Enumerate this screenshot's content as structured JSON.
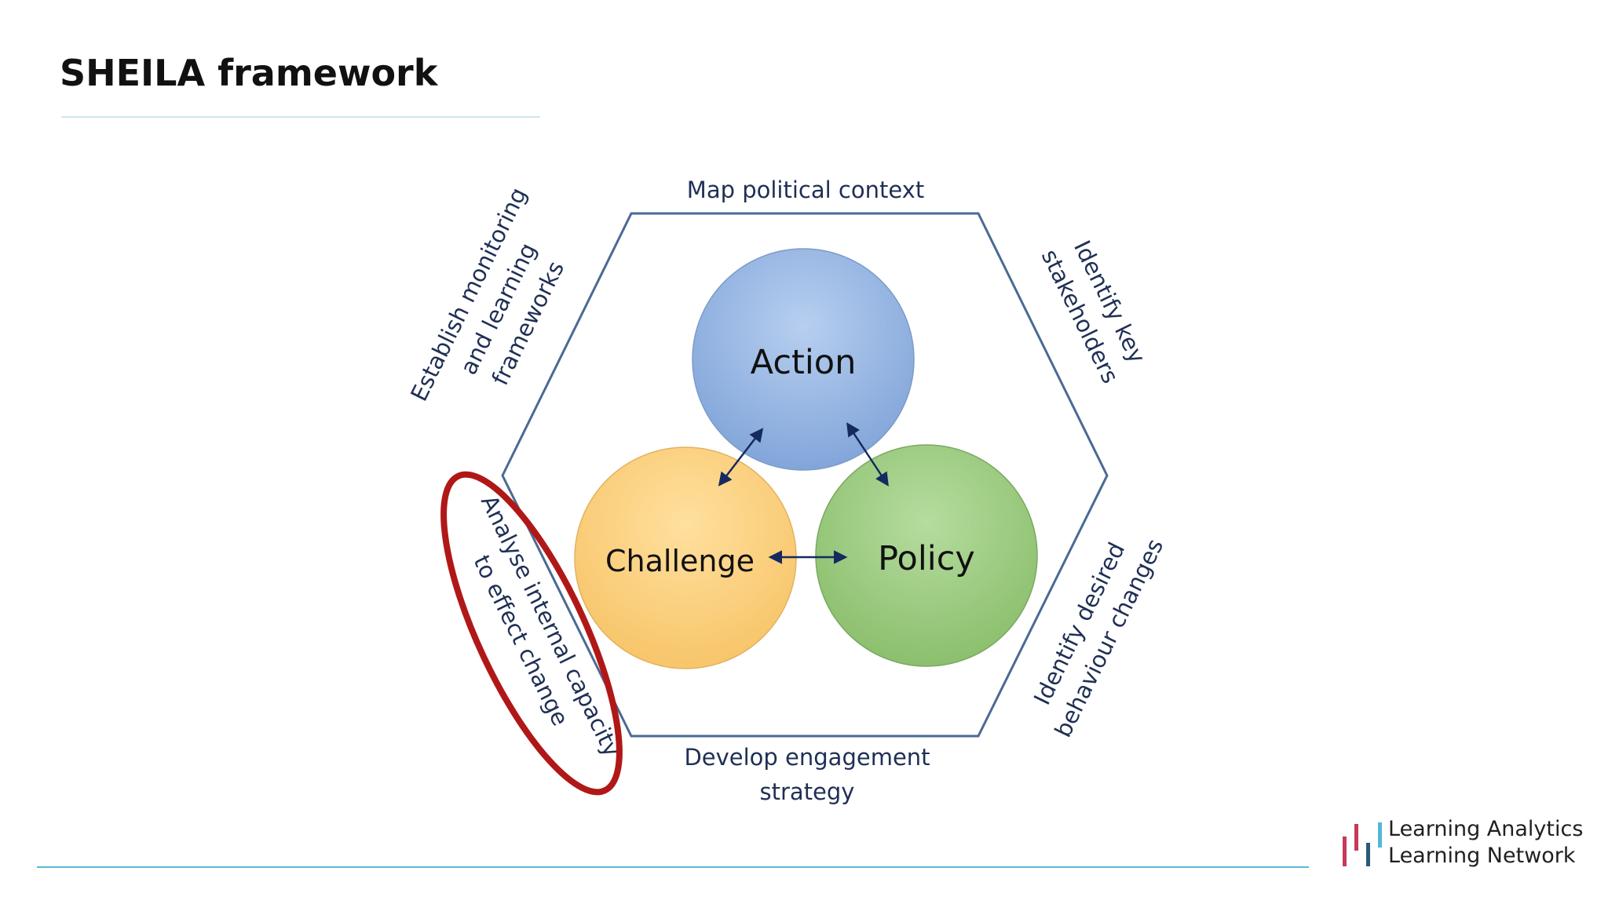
{
  "slide": {
    "title": "SHEILA framework"
  },
  "diagram": {
    "edges": {
      "top": "Map political context",
      "upper_right": [
        "Identify key",
        "stakeholders"
      ],
      "lower_right": [
        "Identify desired",
        "behaviour changes"
      ],
      "bottom": [
        "Develop engagement",
        "strategy"
      ],
      "lower_left": [
        "Analyse internal capacity",
        "to effect change"
      ],
      "upper_left": [
        "Establish monitoring",
        "and learning",
        "frameworks"
      ]
    },
    "circles": {
      "action": "Action",
      "challenge": "Challenge",
      "policy": "Policy"
    },
    "highlighted_edge": "lower_left",
    "colors": {
      "hexagon": "#4a6a94",
      "action_fill": "#9fbde6",
      "challenge_fill": "#fcd27e",
      "policy_fill": "#9fcc85",
      "arrow": "#152a5e",
      "highlight": "#b01818"
    }
  },
  "logo": {
    "line1": "Learning Analytics",
    "line2": "Learning Network",
    "bar_colors": [
      "#c43a5a",
      "#c43a5a",
      "#2a5a7a",
      "#4fb8d8"
    ]
  }
}
